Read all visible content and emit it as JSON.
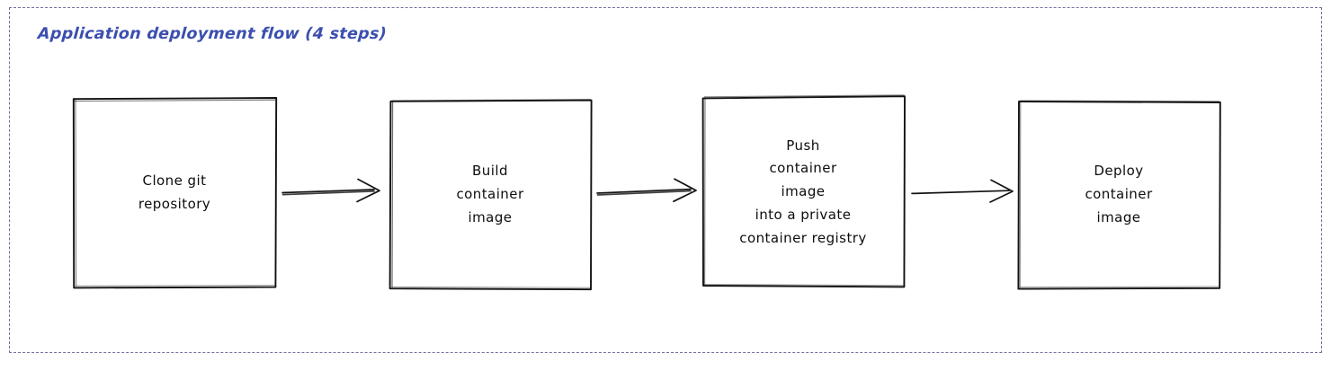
{
  "diagram": {
    "title": "Application deployment flow (4 steps)",
    "title_color": "#3b4fae",
    "frame_color": "#6f6f9c",
    "frame_style": "dashed",
    "background": "#ffffff",
    "stroke_color": "#121212",
    "orientation": "left-to-right",
    "step_count": 4,
    "nodes": [
      {
        "id": "step-1",
        "index": 1,
        "lines": [
          "Clone git",
          "repository"
        ],
        "text": "Clone git repository",
        "shape": "rectangle"
      },
      {
        "id": "step-2",
        "index": 2,
        "lines": [
          "Build",
          "container",
          "image"
        ],
        "text": "Build container image",
        "shape": "rectangle"
      },
      {
        "id": "step-3",
        "index": 3,
        "lines": [
          "Push",
          "container",
          "image",
          "into a private",
          "container registry"
        ],
        "text": "Push container image into a private container registry",
        "shape": "rectangle"
      },
      {
        "id": "step-4",
        "index": 4,
        "lines": [
          "Deploy",
          "container",
          "image"
        ],
        "text": "Deploy container image",
        "shape": "rectangle"
      }
    ],
    "edges": [
      {
        "id": "edge-1",
        "from": "step-1",
        "to": "step-2",
        "label": "",
        "style": "arrow"
      },
      {
        "id": "edge-2",
        "from": "step-2",
        "to": "step-3",
        "label": "",
        "style": "arrow"
      },
      {
        "id": "edge-3",
        "from": "step-3",
        "to": "step-4",
        "label": "",
        "style": "arrow"
      }
    ]
  }
}
